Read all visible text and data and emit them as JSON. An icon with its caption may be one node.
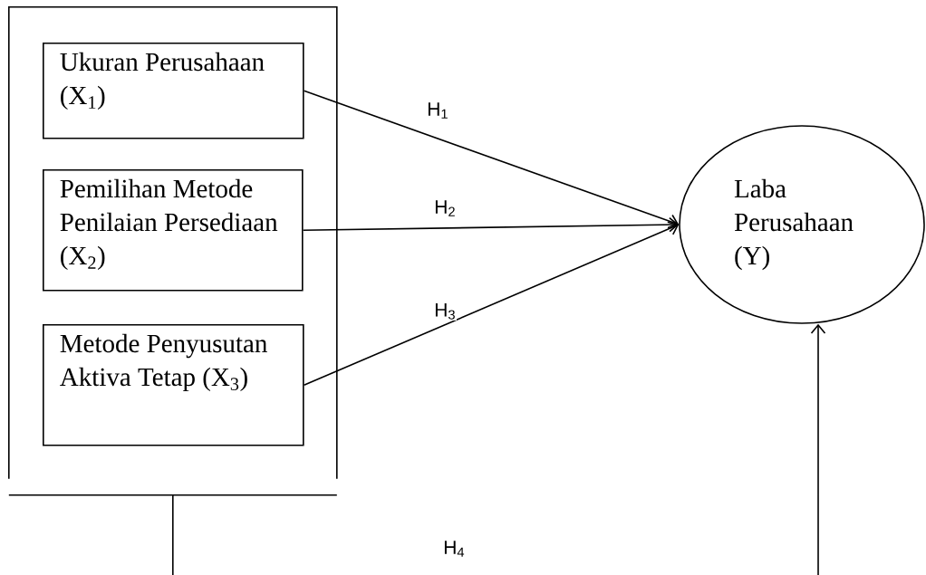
{
  "diagram": {
    "nodes": [
      {
        "text": [],
        "shape": "box"
      },
      {
        "text": [
          "Ukuran Perusahaan (X$_{1}$)"
        ],
        "in": 0
      },
      {
        "text": [
          "Pemilihan Metode Penilaian Persediaan (X$_{2}$)"
        ],
        "in": 0
      },
      {
        "text": [
          "Metode Penyusutan Aktiva Tetap (X$_{3}$)"
        ],
        "in": 0
      },
      {
        "text": [
          "Laba Perusahaan (Y)"
        ]
      }
    ],
    "edges": [
      {
        "from": 1,
        "to": 4,
        "arrow": "to",
        "label": "H$_{1}$"
      },
      {
        "from": 2,
        "to": 4,
        "arrow": "to",
        "label": "H$_{2}$"
      },
      {
        "from": 3,
        "to": 4,
        "arrow": "to",
        "label": "H$_{3}$"
      },
      {
        "from": 0,
        "to": 4,
        "arrow": "to",
        "label": "H$_{4}$"
      }
    ]
  }
}
